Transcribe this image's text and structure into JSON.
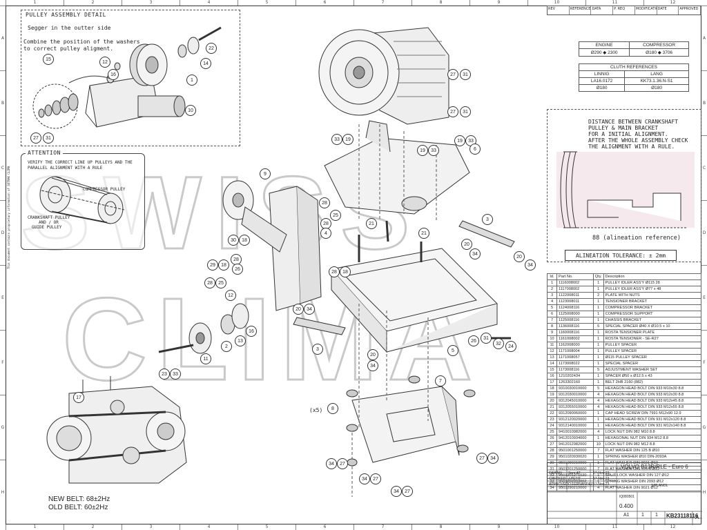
{
  "ruler": {
    "columns": [
      "1",
      "2",
      "3",
      "4",
      "5",
      "6",
      "7",
      "8",
      "9",
      "10",
      "11",
      "12"
    ],
    "rows": [
      "A",
      "B",
      "C",
      "D",
      "E",
      "F",
      "G",
      "H"
    ]
  },
  "pulley_detail": {
    "title": "PULLEY ASSEMBLY DETAIL",
    "note_segger": "Segger in the outter side",
    "note_combine_1": "Combine the position of the washers",
    "note_combine_2": "to correct pulley aligment."
  },
  "attention": {
    "title": "ATTENTION",
    "line1": "VERIFY THE CORRECT LINE UP PULLEYS AND THE",
    "line2": "PARALLEL ALIGNMENT WITH A RULE",
    "compressor": "COMPRESSOR PULLEY",
    "crank_1": "CRANKSHAFT PULLEY",
    "crank_2": "AND / OR",
    "crank_3": "GUIDE PULLEY"
  },
  "alignment": {
    "line1": "DISTANCE BETWEEN CRANKSHAFT",
    "line2": "PULLEY & MAIN BRACKET",
    "line3": "FOR A INITIAL ALIGNMENT.",
    "line4": "AFTER THE WHOLE ASSEMBLY CHECK",
    "line5": "THE ALIGNMENT WITH A RULE.",
    "reference": "88 (alineation reference)",
    "tolerance": "ALINEATION TOLERANCE: ± 2mm"
  },
  "revision_strip": [
    "REV",
    "REFERENCE",
    "DATA",
    "P. REQ",
    "MODIFICATION",
    "DATE",
    "APPROVED"
  ],
  "engine_table": {
    "headers": [
      "ENGINE",
      "COMPRESSOR"
    ],
    "values": [
      "Ø290 ◆ 2300",
      "Ø180 ◆ 3706"
    ]
  },
  "clutch_table": {
    "title": "CLUTH REFERENCES",
    "headers": [
      "LINNIG",
      "LANG"
    ],
    "codes": [
      "LA16.0172",
      "KK73.1.36.N-S1"
    ],
    "diameters": [
      "Ø180",
      "Ø180"
    ]
  },
  "parts_table": {
    "headers": [
      "Id.",
      "Part No.",
      "Qty.",
      "Description"
    ],
    "rows": [
      [
        "1",
        "1116008002",
        "1",
        "PULLEY IDLER ASS'Y Ø115 28"
      ],
      [
        "2",
        "1117008002",
        "1",
        "PULLEY IDLER ASS'Y Ø77 x 48"
      ],
      [
        "3",
        "1122008011",
        "2",
        "PLATE WITH NUTS"
      ],
      [
        "4",
        "1123008011",
        "1",
        "TENSIONER BRACKET"
      ],
      [
        "5",
        "1124008116",
        "1",
        "COMPRESSOR BRACKET"
      ],
      [
        "6",
        "1125008000",
        "1",
        "COMPRESSOR SUPPORT"
      ],
      [
        "7",
        "1125008116",
        "1",
        "CHASSIS BRACKET"
      ],
      [
        "8",
        "1136008116",
        "5",
        "SPECIAL SPACER Ø40 X Ø10.5 x 10"
      ],
      [
        "9",
        "1160008116",
        "1",
        "ROSTA TENSIONER PLATE"
      ],
      [
        "10",
        "1161008002",
        "1",
        "ROSTA TENSIONER - SE-R27"
      ],
      [
        "11",
        "1162008000",
        "1",
        "PULLEY SPACER"
      ],
      [
        "12",
        "1171008004",
        "1",
        "PULLEY SPACER"
      ],
      [
        "13",
        "1171008057",
        "1",
        "Ø115 PULLEY SPACER"
      ],
      [
        "14",
        "1173008022",
        "1",
        "SPECIAL SPACER"
      ],
      [
        "15",
        "1173008116",
        "5",
        "ADJUSTMENT WASHER SET"
      ],
      [
        "16",
        "1210202434",
        "1",
        "SPACER Ø50 x Ø12.5 x 43"
      ],
      [
        "17",
        "1263302160",
        "1",
        "BELT 2HB 2160 (882)"
      ],
      [
        "18",
        "9310030010000",
        "5",
        "HEXAGON HEAD BOLT DIN 933 M10x30 8.8"
      ],
      [
        "19",
        "9312030010000",
        "4",
        "HEXAGON HEAD BOLT DIN 933 M12x30 8.8"
      ],
      [
        "20",
        "9312045010000",
        "4",
        "HEXAGON HEAD BOLT DIN 933 M12x45 8.8"
      ],
      [
        "21",
        "9312055010000",
        "4",
        "HEXAGON HEAD BOLT DIN 933 M12x55 8.8"
      ],
      [
        "22",
        "9312090060000",
        "1",
        "CAP HEAD SCREW DIN 7991 M12x90 12.9"
      ],
      [
        "23",
        "9312120020000",
        "1",
        "HEXAGON HEAD BOLT DIN 931 M12x120 8.8"
      ],
      [
        "24",
        "9312140010000",
        "1",
        "HEXAGON HEAD BOLT DIN 931 M12x140 8.8"
      ],
      [
        "25",
        "9410010982000",
        "4",
        "LOCK NUT DIN 982 M10 8.8"
      ],
      [
        "26",
        "9412010934000",
        "1",
        "HEXAGONAL NUT DIN 934 M12 8.8"
      ],
      [
        "27",
        "9412012982000",
        "10",
        "LOCK NUT DIN 982 M12 8.8"
      ],
      [
        "28",
        "9501001250000",
        "7",
        "FLAT WASHER DIN 125 B Ø10"
      ],
      [
        "29",
        "9501020930020",
        "1",
        "SPRING WASHER Ø10 DIN-2093A"
      ],
      [
        "30",
        "9501090210000",
        "1",
        "FLAT WASHER DIN 9021 Ø10"
      ],
      [
        "31",
        "9501201250000",
        "7",
        "FLAT WASHER DIN 125 B Ø12"
      ],
      [
        "32",
        "9501201271020",
        "1",
        "SPLIT LOCK WASHER DIN 127 Ø12"
      ],
      [
        "33",
        "9501202093002",
        "1",
        "SPRING WASHER DIN 2093 Ø12"
      ],
      [
        "34",
        "9501290210000",
        "4",
        "FLAT WASHER DIN 9021 Ø12"
      ]
    ]
  },
  "title_block": {
    "title": "VOLVO B13R/RLE - Euro 6",
    "drawn_label": "DRAWN",
    "drawn_by": "Sem.AT",
    "drawn_date": "17-Nov-23",
    "checked_label": "CHECKED",
    "checked_by": "J.PETIT",
    "checked_date": "17-Nov-23",
    "approved_label": "APPROVED",
    "approved_by": "O.FERNANDEZ",
    "approved_date": "17-Nov-23",
    "customer": "S/PLANOL",
    "project": "IQ080501",
    "scale": "0.400",
    "format": "A1",
    "sheet": "1",
    "sheets": "1",
    "drawing_no": "KB23118116",
    "rev": "A"
  },
  "belt_notes": {
    "new_belt": "NEW BELT: 68±2Hz",
    "old_belt": "OLD BELT: 60±2Hz"
  },
  "quantity_note": "(x5)",
  "watermark": "SWISS CLIMA",
  "side_note": "This document contains proprietary information of SUTRAK CLIMA"
}
